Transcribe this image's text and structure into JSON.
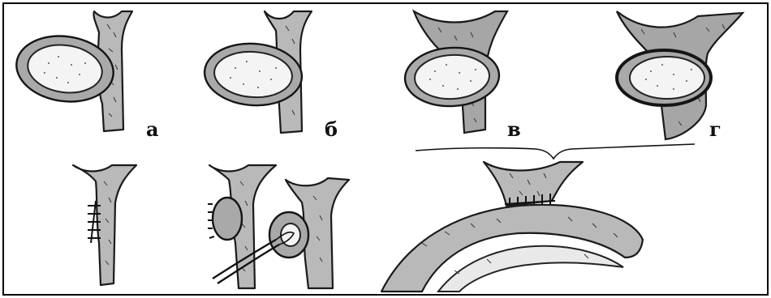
{
  "labels": {
    "a": "а",
    "b": "б",
    "v": "в",
    "g": "г"
  },
  "colors": {
    "ink": "#111111",
    "tissue": "#b9b9b9",
    "cyst_lumen": "#f4f4f4",
    "background": "#ffffff"
  }
}
